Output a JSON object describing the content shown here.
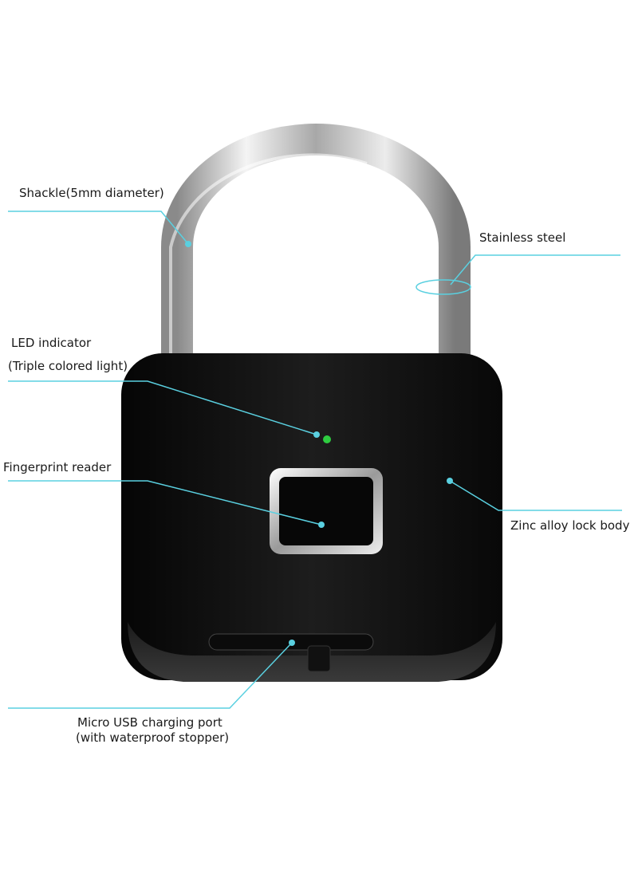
{
  "colors": {
    "callout": "#5ad0e0",
    "body": "#151515",
    "led": "#2ecc40",
    "chrome": "#c9c9c9"
  },
  "labels": {
    "shackle": "Shackle(5mm diameter)",
    "stainless": "Stainless steel",
    "led_title": "LED indicator",
    "led_sub": "(Triple colored light)",
    "fingerprint": "Fingerprint reader",
    "zinc": "Zinc alloy lock body",
    "usb_line1": "Micro USB charging port",
    "usb_line2": "(with waterproof stopper)"
  }
}
